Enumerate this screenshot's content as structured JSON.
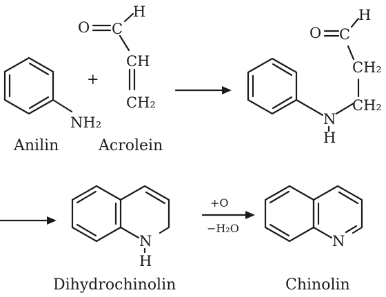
{
  "labels": {
    "anilin": "Anilin",
    "acrolein": "Acrolein",
    "dihydrochinolin": "Dihydrochinolin",
    "chinolin": "Chinolin"
  },
  "reagents": {
    "oxidation": "+O",
    "dehydration": "−H₂O"
  },
  "operators": {
    "plus": "+"
  },
  "atoms": {
    "anilin_nh2": "NH₂",
    "acrolein_o": "O",
    "acrolein_h": "H",
    "acrolein_ch": "CH",
    "acrolein_ch2": "CH₂",
    "adduct_o": "O",
    "adduct_h": "H",
    "adduct_ch2_top": "CH₂",
    "adduct_ch2_bottom": "CH₂",
    "adduct_n": "N",
    "adduct_nh": "H",
    "dihydro_n": "N",
    "dihydro_h": "H",
    "chinolin_n": "N"
  }
}
